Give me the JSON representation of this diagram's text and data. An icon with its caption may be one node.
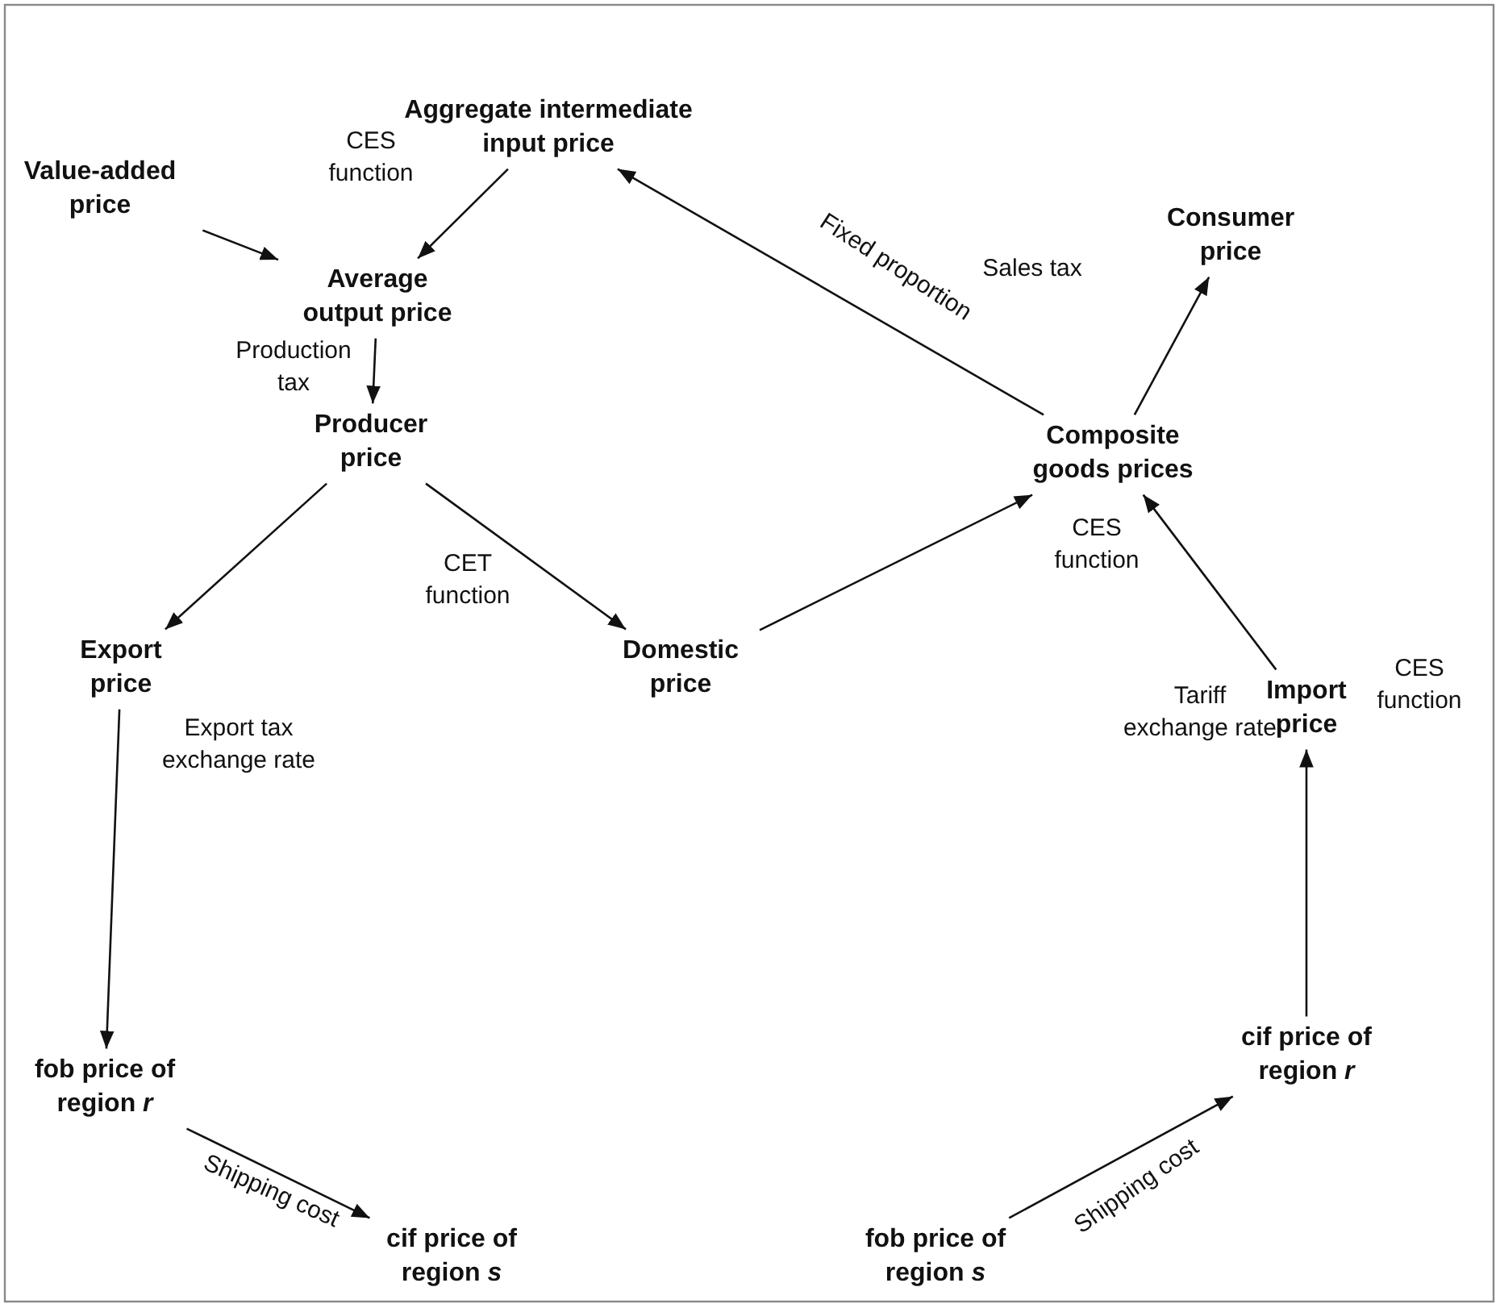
{
  "diagram": {
    "nodes": [
      {
        "text": [
          "Value-added price"
        ]
      },
      {
        "text": [
          "Aggregate intermediate input price"
        ]
      },
      {
        "text": [
          "Average output price"
        ]
      },
      {
        "text": [
          "Producer price"
        ]
      },
      {
        "text": [
          "Composite goods prices"
        ]
      },
      {
        "text": [
          "Consumer price"
        ]
      },
      {
        "text": [
          "Export price"
        ]
      },
      {
        "text": [
          "Domestic price"
        ]
      },
      {
        "text": [
          "Import price"
        ]
      },
      {
        "text": [
          "fob price of region *r*"
        ]
      },
      {
        "text": [
          "cif price of region *r*"
        ]
      },
      {
        "text": [
          "cif price of region *s*"
        ]
      },
      {
        "text": [
          "fob price of region *s*"
        ]
      }
    ],
    "edges": [
      {
        "from": 0,
        "to": 2,
        "arrow": "to"
      },
      {
        "from": 1,
        "to": 2,
        "arrow": "to"
      },
      {
        "from": 2,
        "to": 3,
        "arrow": "to",
        "label": "Production tax"
      },
      {
        "from": 3,
        "to": 6,
        "arrow": "to"
      },
      {
        "from": 3,
        "to": 7,
        "arrow": "to"
      },
      {
        "from": 7,
        "to": 4,
        "arrow": "to"
      },
      {
        "from": 4,
        "to": 1,
        "arrow": "to",
        "label": "Fixed proportion"
      },
      {
        "from": 4,
        "to": 5,
        "arrow": "to",
        "label": "Sales tax"
      },
      {
        "from": 8,
        "to": 4,
        "arrow": "to"
      },
      {
        "from": 10,
        "to": 8,
        "arrow": "to",
        "label": "Tariff exchange rate"
      },
      {
        "from": 6,
        "to": 9,
        "arrow": "to",
        "label": "Export tax exchange rate"
      },
      {
        "from": 9,
        "to": 11,
        "arrow": "to",
        "label": "Shipping cost"
      },
      {
        "from": 12,
        "to": 10,
        "arrow": "to",
        "label": "Shipping cost"
      }
    ],
    "labels": [
      "CES function",
      "CET function",
      "CES function",
      "CES function"
    ]
  }
}
